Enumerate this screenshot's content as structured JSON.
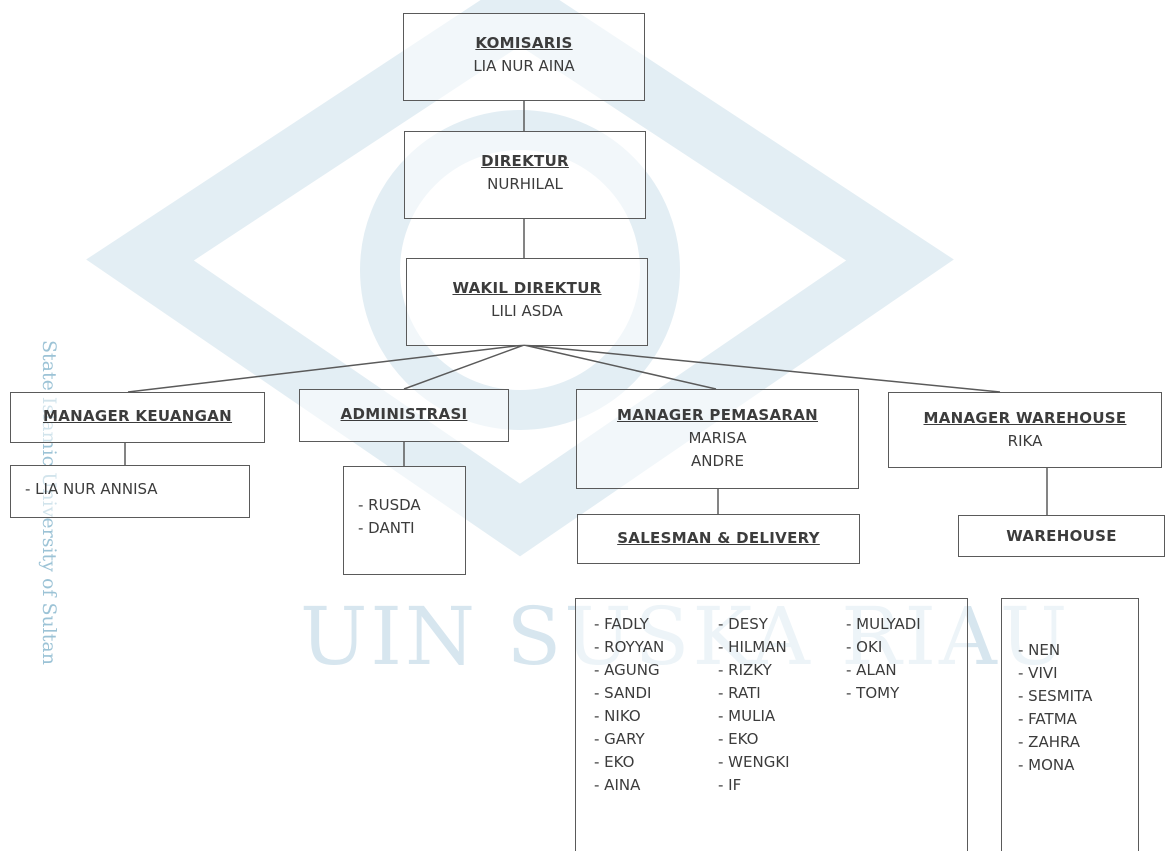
{
  "watermark": {
    "text": "UIN SUSKA RIAU",
    "side_text": "State Islamic University of Sultan"
  },
  "komisaris": {
    "title": "KOMISARIS",
    "name": "LIA NUR AINA"
  },
  "direktur": {
    "title": "DIREKTUR",
    "name": "NURHILAL"
  },
  "wakil_direktur": {
    "title": "WAKIL DIREKTUR",
    "name": "LILI ASDA"
  },
  "manager_keuangan": {
    "title": "MANAGER KEUANGAN",
    "members": [
      "- LIA NUR ANNISA"
    ]
  },
  "administrasi": {
    "title": "ADMINISTRASI",
    "members": [
      "- RUSDA",
      "- DANTI"
    ]
  },
  "manager_pemasaran": {
    "title": "MANAGER PEMASARAN",
    "names": [
      "MARISA",
      "ANDRE"
    ]
  },
  "manager_warehouse": {
    "title": "MANAGER WAREHOUSE",
    "name": "RIKA"
  },
  "salesman": {
    "title": "SALESMAN & DELIVERY",
    "col1": [
      "- FADLY",
      "- ROYYAN",
      "- AGUNG",
      "- SANDI",
      "- NIKO",
      "- GARY",
      "- EKO",
      "- AINA"
    ],
    "col2": [
      "- DESY",
      "- HILMAN",
      "- RIZKY",
      "- RATI",
      "- MULIA",
      "- EKO",
      "- WENGKI",
      "- IF"
    ],
    "col3": [
      "- MULYADI",
      "- OKI",
      "- ALAN",
      "- TOMY"
    ]
  },
  "warehouse": {
    "title": "WAREHOUSE",
    "members": [
      "- NEN",
      "- VIVI",
      "- SESMITA",
      "- FATMA",
      "- ZAHRA",
      "- MONA"
    ]
  },
  "colors": {
    "line": "#5a5a5a",
    "watermark": "#d7e6ef"
  }
}
